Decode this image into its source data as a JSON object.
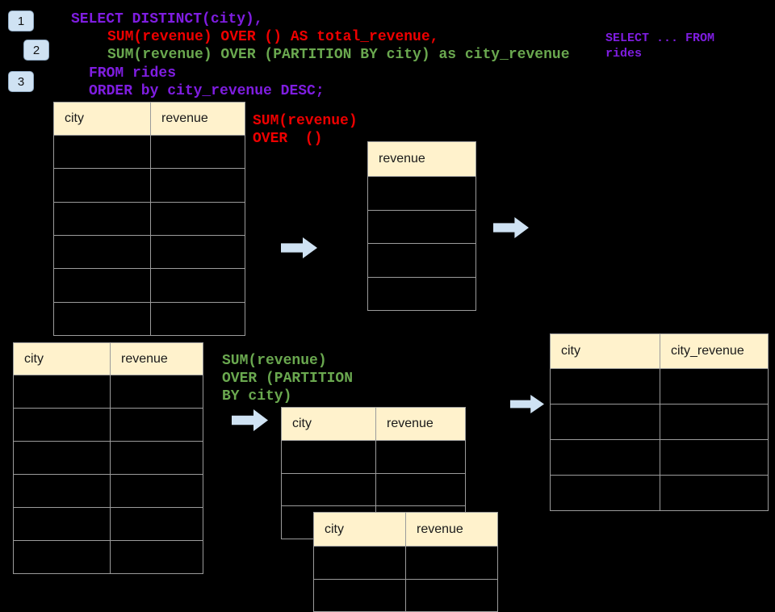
{
  "badges": [
    {
      "label": "1"
    },
    {
      "label": "2"
    },
    {
      "label": "3"
    }
  ],
  "code": {
    "lines": [
      {
        "text": "SELECT DISTINCT(city),",
        "color": "purple"
      },
      {
        "text": "SUM(revenue) OVER () AS total_revenue,",
        "color": "red"
      },
      {
        "text": "SUM(revenue) OVER (PARTITION BY city) as city_revenue",
        "color": "green"
      },
      {
        "text": "FROM rides",
        "color": "purple"
      },
      {
        "text": "ORDER by city_revenue DESC;",
        "color": "purple"
      }
    ]
  },
  "side_note": {
    "lines": [
      {
        "text": "SELECT ... FROM",
        "color": "purple"
      },
      {
        "text": "rides",
        "color": "purple"
      }
    ]
  },
  "labels": {
    "total": {
      "lines": [
        {
          "text": "SUM(revenue)",
          "color": "red"
        },
        {
          "text": "OVER  ()",
          "color": "red"
        }
      ]
    },
    "partition": {
      "lines": [
        {
          "text": "SUM(revenue)",
          "color": "green"
        },
        {
          "text": "OVER (PARTITION",
          "color": "green"
        },
        {
          "text": "BY city)",
          "color": "green"
        }
      ]
    }
  },
  "tables": {
    "source_top": {
      "headers": [
        "city",
        "revenue"
      ],
      "rows": 6
    },
    "total_result": {
      "headers": [
        "revenue"
      ],
      "rows": 4
    },
    "source_bottom": {
      "headers": [
        "city",
        "revenue"
      ],
      "rows": 6
    },
    "partition_mid": {
      "headers": [
        "city",
        "revenue"
      ],
      "rows": 3
    },
    "partition_overlay": {
      "headers": [
        "city",
        "revenue"
      ],
      "rows": 2
    },
    "city_revenue_result": {
      "headers": [
        "city",
        "city_revenue"
      ],
      "rows": 4
    }
  },
  "colors": {
    "background": "#000000",
    "purple": "#7F1DE1",
    "red": "#EE0000",
    "green": "#6AA84F",
    "header_fill": "#FFF2CC",
    "table_border": "#9B9B9B",
    "arrow_fill": "#CFE2F3",
    "badge_fill": "#CFE2F3"
  }
}
